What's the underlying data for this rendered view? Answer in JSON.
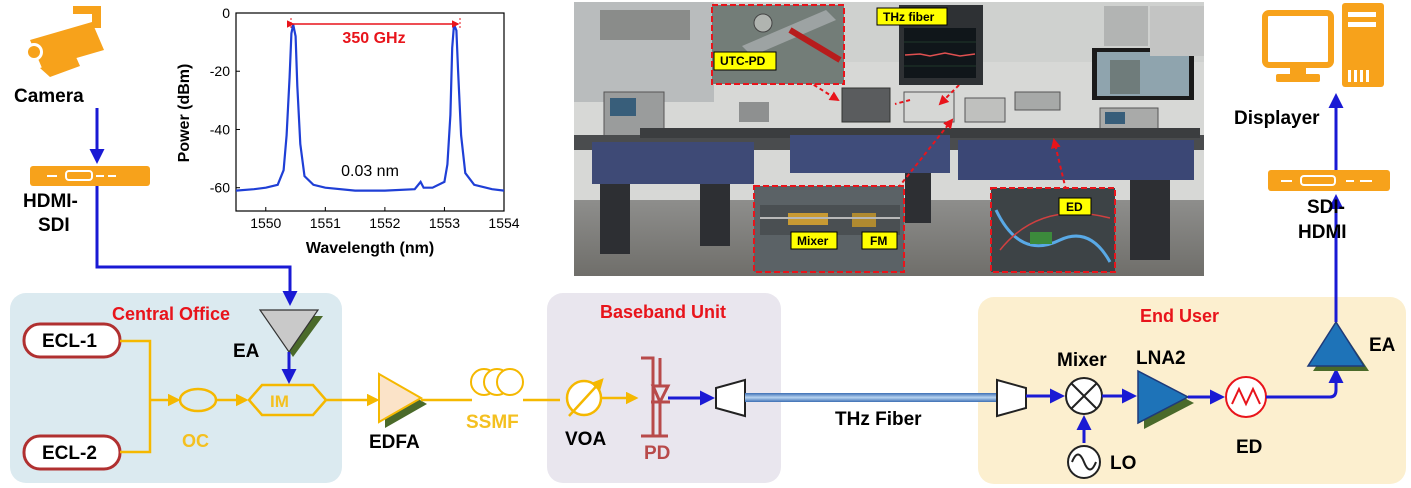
{
  "labels": {
    "camera": "Camera",
    "hdmi_sdi_1": "HDMI-",
    "hdmi_sdi_2": "SDI",
    "central_office": "Central Office",
    "ecl1": "ECL-1",
    "ecl2": "ECL-2",
    "ea_left": "EA",
    "im": "IM",
    "oc": "OC",
    "edfa": "EDFA",
    "ssmf": "SSMF",
    "baseband_unit": "Baseband Unit",
    "voa": "VOA",
    "pd": "PD",
    "thz_fiber": "THz Fiber",
    "end_user": "End User",
    "mixer": "Mixer",
    "lna2": "LNA2",
    "lo": "LO",
    "ed": "ED",
    "ea_right": "EA",
    "sdi_hdmi_1": "SDI-",
    "sdi_hdmi_2": "HDMI",
    "displayer": "Displayer"
  },
  "photo": {
    "tags": {
      "utc_pd": "UTC-PD",
      "thz_fiber": "THz fiber",
      "mixer": "Mixer",
      "fm": "FM",
      "ed": "ED"
    }
  },
  "colors": {
    "optical": "#f5b800",
    "electrical": "#1a1ad4",
    "thz": "#6fa8dc",
    "central_bg": "#dbeaf0",
    "baseband_bg": "#e9e6ee",
    "enduser_bg": "#fcefcf",
    "icon_orange": "#f7a21b",
    "title_red": "#e8141b"
  },
  "chart_data": {
    "type": "line",
    "xlabel": "Wavelength (nm)",
    "ylabel": "Power (dBm)",
    "xlim": [
      1549.5,
      1554
    ],
    "ylim": [
      -68,
      0
    ],
    "xticks": [
      "1550",
      "1551",
      "1552",
      "1553",
      "1554"
    ],
    "yticks": [
      "0",
      "-20",
      "-40",
      "-60"
    ],
    "annotations": {
      "spacing": "350 GHz",
      "resolution": "0.03 nm"
    },
    "series": [
      {
        "color": "#1f3fd6",
        "points": [
          [
            1549.5,
            -61
          ],
          [
            1549.8,
            -60.5
          ],
          [
            1550.0,
            -60
          ],
          [
            1550.2,
            -59
          ],
          [
            1550.3,
            -54
          ],
          [
            1550.35,
            -42
          ],
          [
            1550.4,
            -22
          ],
          [
            1550.43,
            -7
          ],
          [
            1550.46,
            -4
          ],
          [
            1550.5,
            -8
          ],
          [
            1550.53,
            -25
          ],
          [
            1550.58,
            -45
          ],
          [
            1550.65,
            -56
          ],
          [
            1550.8,
            -59
          ],
          [
            1551.0,
            -60
          ],
          [
            1551.5,
            -61
          ],
          [
            1552.0,
            -61
          ],
          [
            1552.5,
            -60.5
          ],
          [
            1552.6,
            -58
          ],
          [
            1552.65,
            -60
          ],
          [
            1552.8,
            -60
          ],
          [
            1553.0,
            -58
          ],
          [
            1553.05,
            -52
          ],
          [
            1553.1,
            -35
          ],
          [
            1553.13,
            -12
          ],
          [
            1553.16,
            -4
          ],
          [
            1553.2,
            -6
          ],
          [
            1553.23,
            -20
          ],
          [
            1553.28,
            -42
          ],
          [
            1553.35,
            -55
          ],
          [
            1553.5,
            -59
          ],
          [
            1553.8,
            -60.5
          ],
          [
            1554.0,
            -61
          ]
        ]
      }
    ]
  }
}
